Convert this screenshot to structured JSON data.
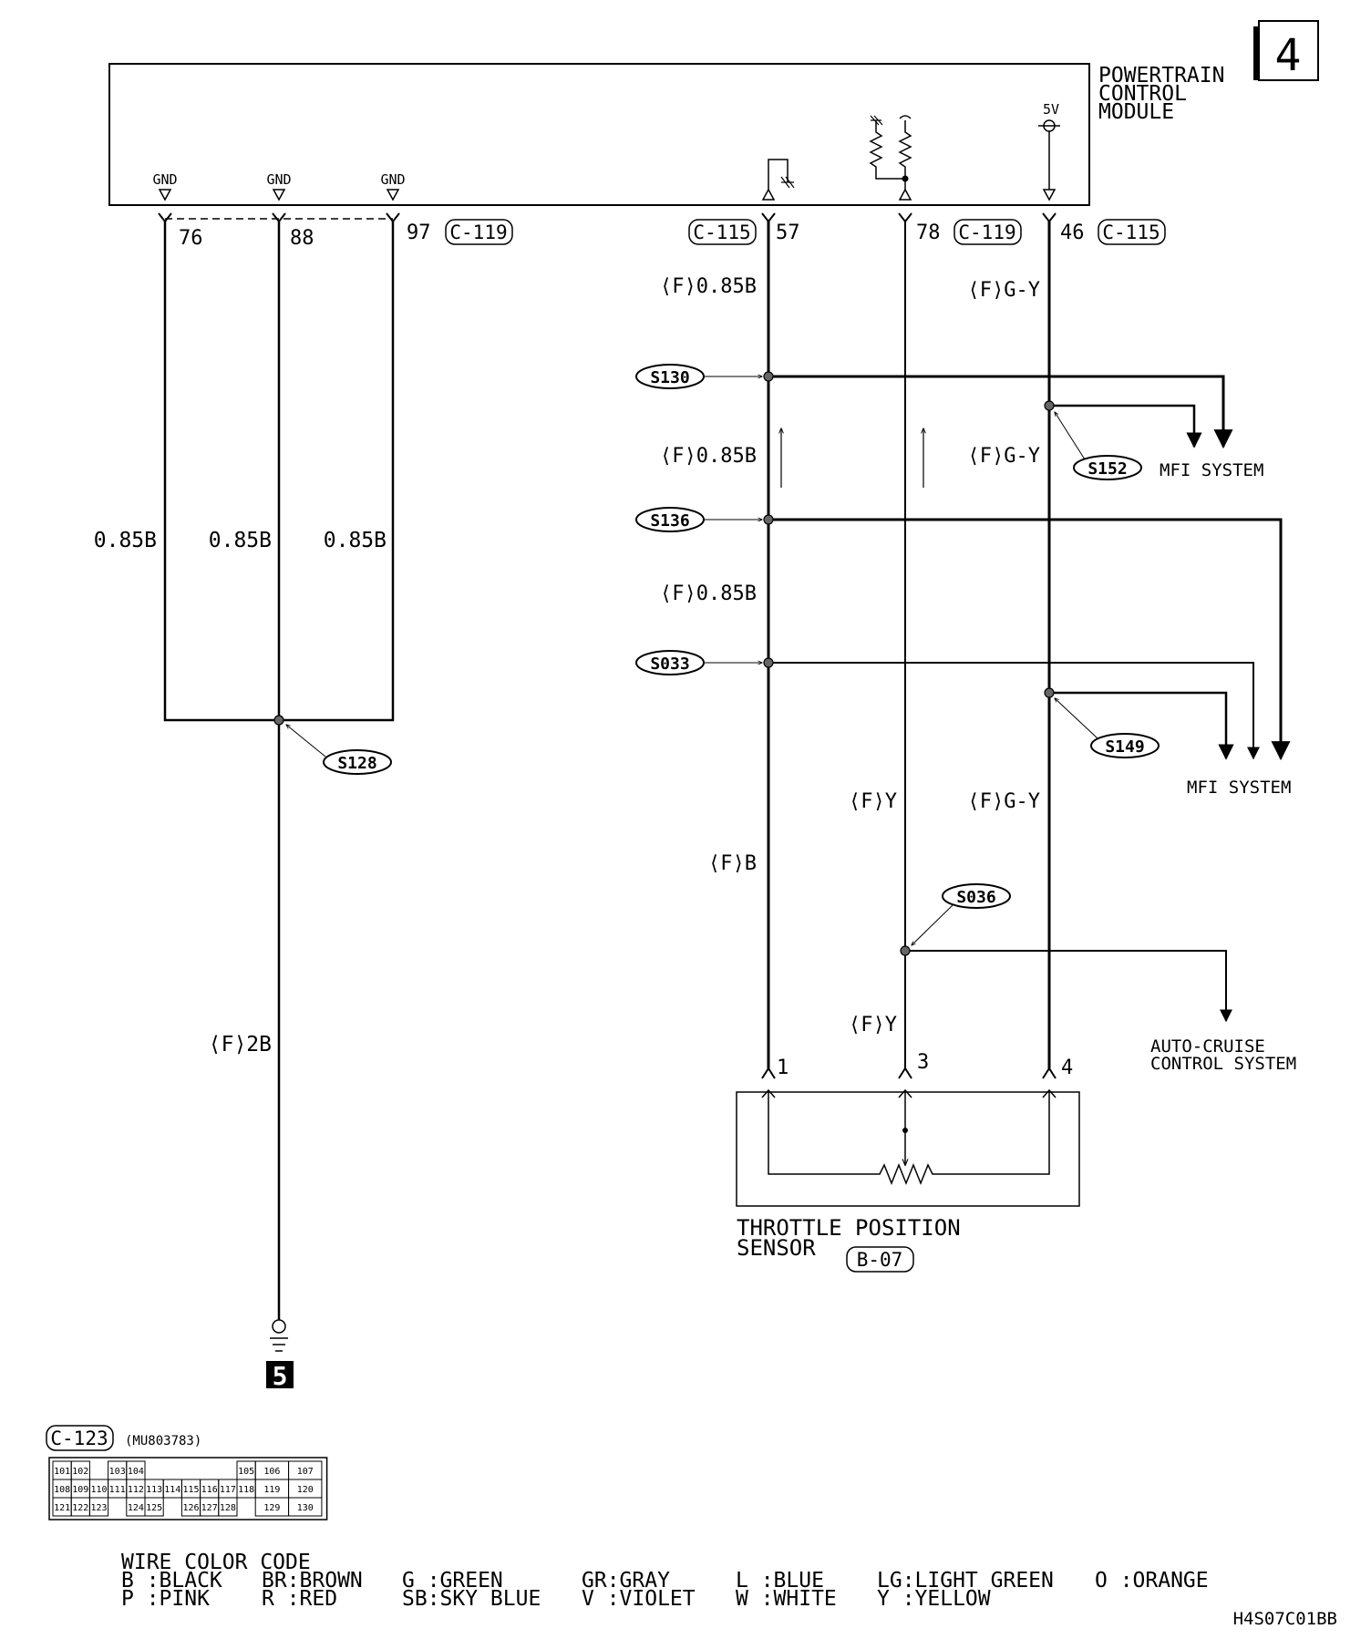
{
  "page_number": "4",
  "module": {
    "title_lines": [
      "POWERTRAIN",
      "CONTROL",
      "MODULE"
    ],
    "gnd_label": "GND",
    "supply_label": "5V"
  },
  "pins": {
    "p76": "76",
    "p88": "88",
    "p97": "97",
    "p57": "57",
    "p78": "78",
    "p46": "46",
    "s1": "1",
    "s3": "3",
    "s4": "4"
  },
  "connectors": {
    "c119": "C-119",
    "c115": "C-115",
    "c123": "C-123",
    "c123_part": "(MU803783)",
    "b07": "B-07"
  },
  "wires": {
    "gnd_a": "0.85B",
    "gnd_b": "0.85B",
    "gnd_c": "0.85B",
    "gnd_main": "⟨F⟩2B",
    "sig_b1": "⟨F⟩0.85B",
    "sig_b2": "⟨F⟩0.85B",
    "sig_b3": "⟨F⟩0.85B",
    "sig_b4": "⟨F⟩B",
    "sig_gy1": "⟨F⟩G-Y",
    "sig_gy2": "⟨F⟩G-Y",
    "sig_gy3": "⟨F⟩G-Y",
    "sig_y1": "⟨F⟩Y",
    "sig_y2": "⟨F⟩Y"
  },
  "splices": {
    "s128": "S128",
    "s130": "S130",
    "s136": "S136",
    "s033": "S033",
    "s152": "S152",
    "s149": "S149",
    "s036": "S036"
  },
  "systems": {
    "mfi_1": "MFI SYSTEM",
    "mfi_2": "MFI SYSTEM",
    "auto_cruise_lines": [
      "AUTO-CRUISE",
      "CONTROL SYSTEM"
    ]
  },
  "sensor": {
    "title_lines": [
      "THROTTLE POSITION",
      "SENSOR"
    ]
  },
  "ground_point": "5",
  "connector_face": {
    "rows": [
      [
        "101",
        "102",
        "",
        "103",
        "104",
        "",
        "",
        "",
        "",
        "",
        "105",
        "106",
        "107"
      ],
      [
        "108",
        "109",
        "110",
        "111",
        "112",
        "113",
        "114",
        "115",
        "116",
        "117",
        "118",
        "119",
        "120"
      ],
      [
        "121",
        "122",
        "123",
        "",
        "124",
        "125",
        "",
        "126",
        "127",
        "128",
        "",
        "129",
        "130"
      ]
    ]
  },
  "legend": {
    "title": "WIRE COLOR CODE",
    "rows": [
      [
        "B :BLACK",
        "BR:BROWN",
        "G :GREEN",
        "GR:GRAY",
        "L :BLUE",
        "LG:LIGHT GREEN",
        "O :ORANGE"
      ],
      [
        "P :PINK",
        "R :RED",
        "SB:SKY BLUE",
        "V :VIOLET",
        "W :WHITE",
        "Y :YELLOW",
        ""
      ]
    ]
  },
  "figure_code": "H4S07C01BB"
}
